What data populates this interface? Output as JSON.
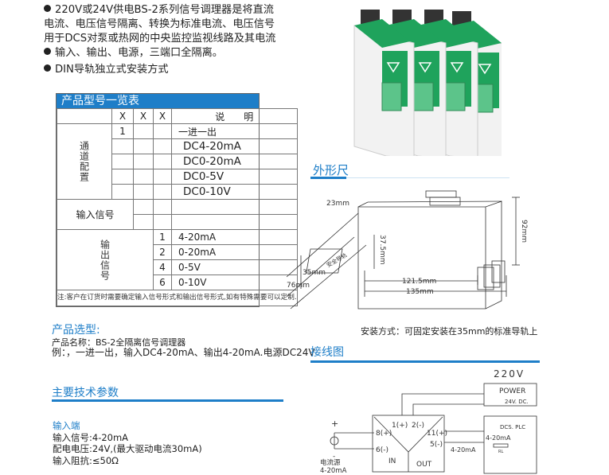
{
  "intro": {
    "line1": "220V或24V供电BS-2系列信号调理器是将直流",
    "line2": "电流、电压信号隔离、转换为标准电流、电压信号",
    "line3": "用于DCS对泵或热网的中央监控监视线路及其电流",
    "bullet2": "输入、输出、电源，三端口全隔离。",
    "bullet3": "DIN导轨独立式安装方式"
  },
  "table": {
    "title": "产品型号一览表",
    "col_x": [
      "X",
      "X",
      "X"
    ],
    "col_desc": "说　　明",
    "channel_label": "通道配置",
    "channel_code": "1",
    "channel_rows": [
      "一进一出",
      "DC4-20mA",
      "DC0-20mA",
      "DC0-5V",
      "DC0-10V"
    ],
    "input_label": "输入信号",
    "output_label": "输出信号",
    "output_rows": [
      {
        "code": "1",
        "desc": "4-20mA"
      },
      {
        "code": "2",
        "desc": "0-20mA"
      },
      {
        "code": "4",
        "desc": "0-5V"
      },
      {
        "code": "6",
        "desc": "0-10V"
      }
    ],
    "note": "注:客户在订货时需要确定输入信号形式和输出信号形式,如有特殊需要可以定制."
  },
  "selection": {
    "title": "产品选型:",
    "name": "产品名称：BS-2全隔离信号调理器",
    "example": "例：，一进一出，输入DC4-20mA、输出4-20mA.电源DC24V"
  },
  "specs": {
    "title": "主要技术参数",
    "input_title": "输入端",
    "lines": [
      "输入信号:4-20mA",
      "配电电压:24V,(最大驱动电流30mA)",
      "输入阻抗:≤50Ω"
    ]
  },
  "dimensions": {
    "title": "外形尺",
    "d23": "23mm",
    "d375": "37.5mm",
    "d92": "92mm",
    "d35": "35mm",
    "d76": "76mm",
    "d1215": "121.5mm",
    "d135": "135mm",
    "rail_label": "安全导轨",
    "install": "安装方式：可固定安装在35mm的标准导轨上"
  },
  "wiring": {
    "title": "接线图",
    "v220": "220V",
    "power": "POWER",
    "power_sub": "24V. DC.",
    "plc": "DCS. PLC",
    "t1": "1(+)",
    "t2": "2(-)",
    "t8": "8(+)",
    "t6": "6(-)",
    "t11": "11(+)",
    "t5": "5(-)",
    "in": "IN",
    "out": "OUT",
    "out_signal": "4-20mA",
    "loop": "4-20mA",
    "rl": "RL",
    "plus": "+",
    "minus": "-",
    "source": "电流源",
    "source_range": "4-20mA"
  },
  "colors": {
    "accent": "#1e7ec8",
    "module_green": "#1fa35c"
  }
}
